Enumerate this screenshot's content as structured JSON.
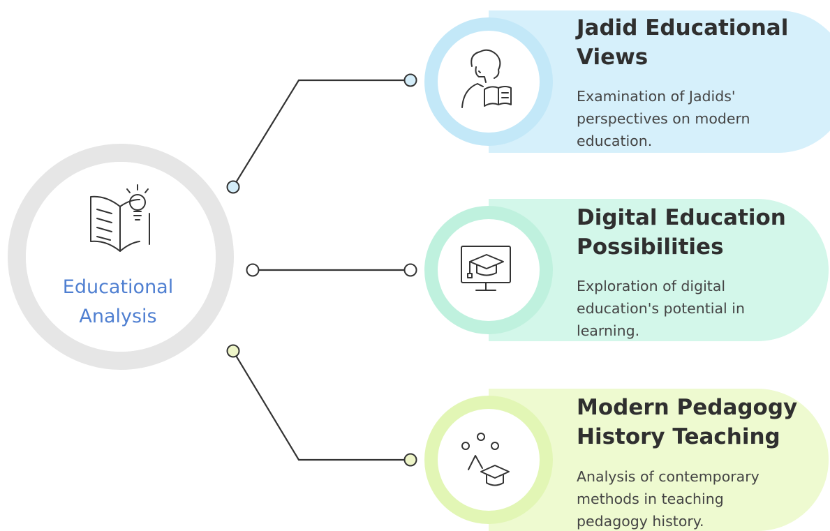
{
  "center": {
    "label_line1": "Educational",
    "label_line2": "Analysis",
    "icon": "book-lightbulb-icon",
    "ring_color": "#e6e6e6",
    "label_color": "#4f7fd1"
  },
  "branches": [
    {
      "title_line1": "Jadid Educational",
      "title_line2": "Views",
      "desc_line1": "Examination of Jadids'",
      "desc_line2": "perspectives on modern",
      "desc_line3": "education.",
      "icon": "person-reading-icon",
      "color": "#d6f0fb",
      "ring_color": "#c3e8f8",
      "dot_color": "#d4edf9"
    },
    {
      "title_line1": "Digital Education",
      "title_line2": "Possibilities",
      "desc_line1": "Exploration of digital",
      "desc_line2": "education's potential in",
      "desc_line3": "learning.",
      "icon": "monitor-graduation-cap-icon",
      "color": "#d3f7ea",
      "ring_color": "#bff1de",
      "dot_color": "#ffffff"
    },
    {
      "title_line1": "Modern Pedagogy",
      "title_line2": "History Teaching",
      "desc_line1": "Analysis of contemporary",
      "desc_line2": "methods in teaching",
      "desc_line3": "pedagogy history.",
      "icon": "graduation-cap-ideas-icon",
      "color": "#eefad0",
      "ring_color": "#e2f6b5",
      "dot_color": "#eef5c8"
    }
  ]
}
